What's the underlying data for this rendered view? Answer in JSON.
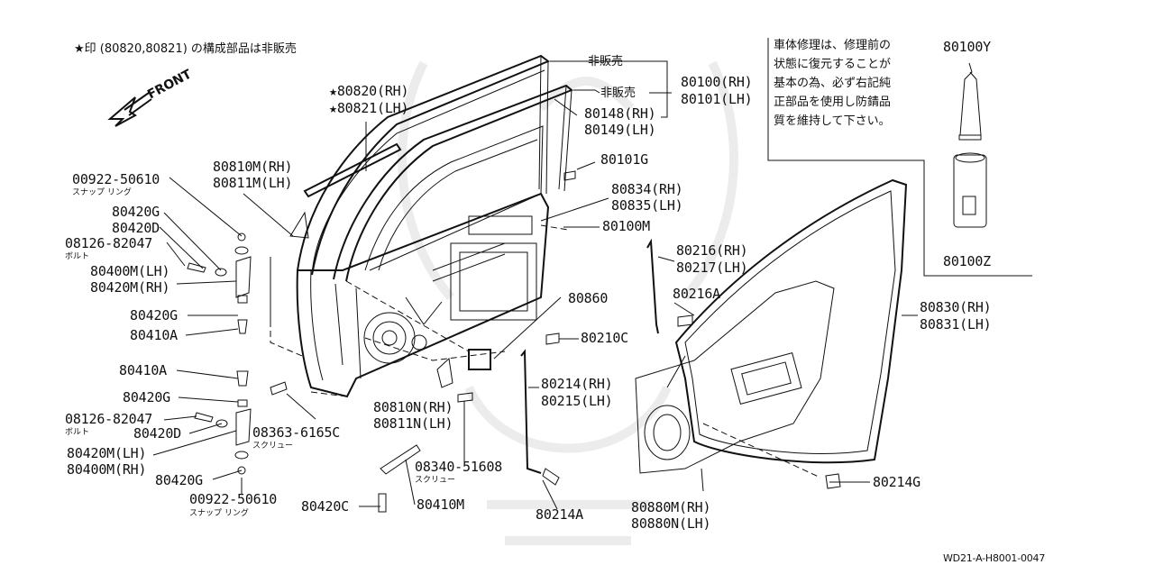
{
  "note": "★印 (80820,80821) の構成部品は非販売",
  "front_label": "FRONT",
  "not_for_sale": "非販売",
  "notice_text": [
    "車体修理は、修理前の",
    "状態に復元することが",
    "基本の為、必ず右記純",
    "正部品を使用し防錆品",
    "質を維持して下さい。"
  ],
  "sub_snap_ring": "スナップ リング",
  "sub_bolt": "ボルト",
  "sub_screw": "スクリュー",
  "diagram_id": "WD21-A-H8001-0047",
  "parts": {
    "p80100rh": "80100(RH)",
    "p80101lh": "80101(LH)",
    "p80148rh": "80148(RH)",
    "p80149lh": "80149(LH)",
    "p80101g": "80101G",
    "p80834rh": "80834(RH)",
    "p80835lh": "80835(LH)",
    "p80100m": "80100M",
    "p80100y": "80100Y",
    "p80100z": "80100Z",
    "p80820rh": "★80820(RH)",
    "p80821lh": "★80821(LH)",
    "p80810m": "80810M(RH)",
    "p80811m": "80811M(LH)",
    "p00922a": "00922-50610",
    "p80420g1": "80420G",
    "p80420d1": "80420D",
    "p08126a": "08126-82047",
    "p80400mlh": "80400M(LH)",
    "p80420mrh": "80420M(RH)",
    "p80420g2": "80420G",
    "p80410a1": "80410A",
    "p80410a2": "80410A",
    "p80420g3": "80420G",
    "p08126b": "08126-82047",
    "p80420d2": "80420D",
    "p80420mlh": "80420M(LH)",
    "p80400mrh": "80400M(RH)",
    "p80420g4": "80420G",
    "p00922b": "00922-50610",
    "p80420c": "80420C",
    "p80410m": "80410M",
    "p08363": "08363-6165C",
    "p08340": "08340-51608",
    "p80810n": "80810N(RH)",
    "p80811n": "80811N(LH)",
    "p80860": "80860",
    "p80216rh": "80216(RH)",
    "p80217lh": "80217(LH)",
    "p80216a": "80216A",
    "p80210c": "80210C",
    "p80214rh": "80214(RH)",
    "p80215lh": "80215(LH)",
    "p80214a": "80214A",
    "p80880m": "80880M(RH)",
    "p80880n": "80880N(LH)",
    "p80830rh": "80830(RH)",
    "p80831lh": "80831(LH)",
    "p80214g": "80214G"
  }
}
